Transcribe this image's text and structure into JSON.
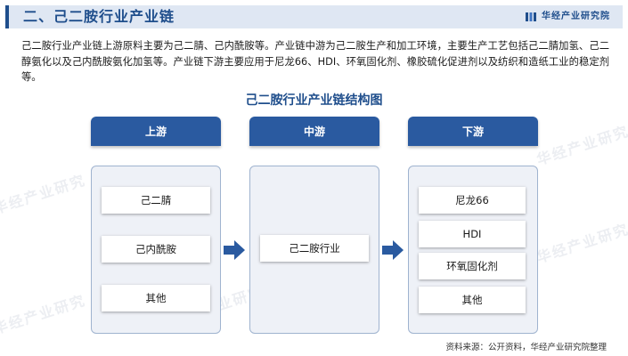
{
  "header": {
    "title": "二、己二胺行业产业链",
    "brand_name": "华经产业研究院",
    "brand_logo_icon": "huajing-logo-icon"
  },
  "intro_text": "己二胺行业产业链上游原料主要为己二腈、己内酰胺等。产业链中游为己二胺生产和加工环境，主要生产工艺包括己二腈加氢、己二醇氨化以及己内酰胺氨化加氢等。产业链下游主要应用于尼龙66、HDI、环氧固化剂、橡胶硫化促进剂以及纺织和造纸工业的稳定剂等。",
  "diagram": {
    "title": "己二胺行业产业链结构图",
    "stages": [
      {
        "label": "上游",
        "items": [
          "己二腈",
          "己内酰胺",
          "其他"
        ]
      },
      {
        "label": "中游",
        "items": [
          "己二胺行业"
        ]
      },
      {
        "label": "下游",
        "items": [
          "尼龙66",
          "HDI",
          "环氧固化剂",
          "其他"
        ]
      }
    ],
    "arrow_icon": "arrow-right-icon"
  },
  "watermark": "华经产业研究",
  "source": "资料来源：公开资料，华经产业研究院整理",
  "colors": {
    "primary": "#2a5aa0",
    "title_blue": "#1f4e8c",
    "header_bg": "#dfe7f3",
    "panel_bg": "#eef1f7"
  }
}
